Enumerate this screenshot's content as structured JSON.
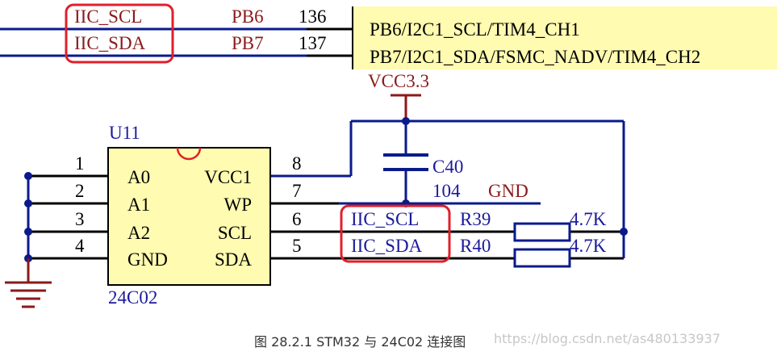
{
  "colors": {
    "wire_blue": "#0a1a8c",
    "wire_black": "#000000",
    "vcc_red": "#8b1a1a",
    "net_label_red": "#8b1a1a",
    "pin_number_black": "#000000",
    "blue_text": "#1a1a9c",
    "chip_fill": "#fffbb0",
    "highlight_red": "#e0202a",
    "resistor_fill": "#ffffff",
    "resistor_stroke": "#0a1a8c"
  },
  "top_section": {
    "net_labels": [
      "IIC_SCL",
      "IIC_SDA"
    ],
    "port_names": [
      "PB6",
      "PB7"
    ],
    "pin_numbers": [
      "136",
      "137"
    ],
    "mcu_pin_labels": [
      "PB6/I2C1_SCL/TIM4_CH1",
      "PB7/I2C1_SDA/FSMC_NADV/TIM4_CH2"
    ]
  },
  "power": {
    "vcc_label": "VCC3.3",
    "gnd_label": "GND"
  },
  "capacitor": {
    "ref": "C40",
    "value": "104"
  },
  "eeprom": {
    "ref": "U11",
    "part": "24C02",
    "left_pins": [
      {
        "number": "1",
        "name": "A0"
      },
      {
        "number": "2",
        "name": "A1"
      },
      {
        "number": "3",
        "name": "A2"
      },
      {
        "number": "4",
        "name": "GND"
      }
    ],
    "right_pins": [
      {
        "number": "8",
        "name": "VCC1"
      },
      {
        "number": "7",
        "name": "WP"
      },
      {
        "number": "6",
        "name": "SCL"
      },
      {
        "number": "5",
        "name": "SDA"
      }
    ]
  },
  "bottom_nets": [
    "IIC_SCL",
    "IIC_SDA"
  ],
  "resistors": [
    {
      "ref": "R39",
      "value": "4.7K"
    },
    {
      "ref": "R40",
      "value": "4.7K"
    }
  ],
  "caption": {
    "title": "图 28.2.1 STM32 与 24C02 连接图",
    "watermark": "https://blog.csdn.net/as480133937"
  }
}
